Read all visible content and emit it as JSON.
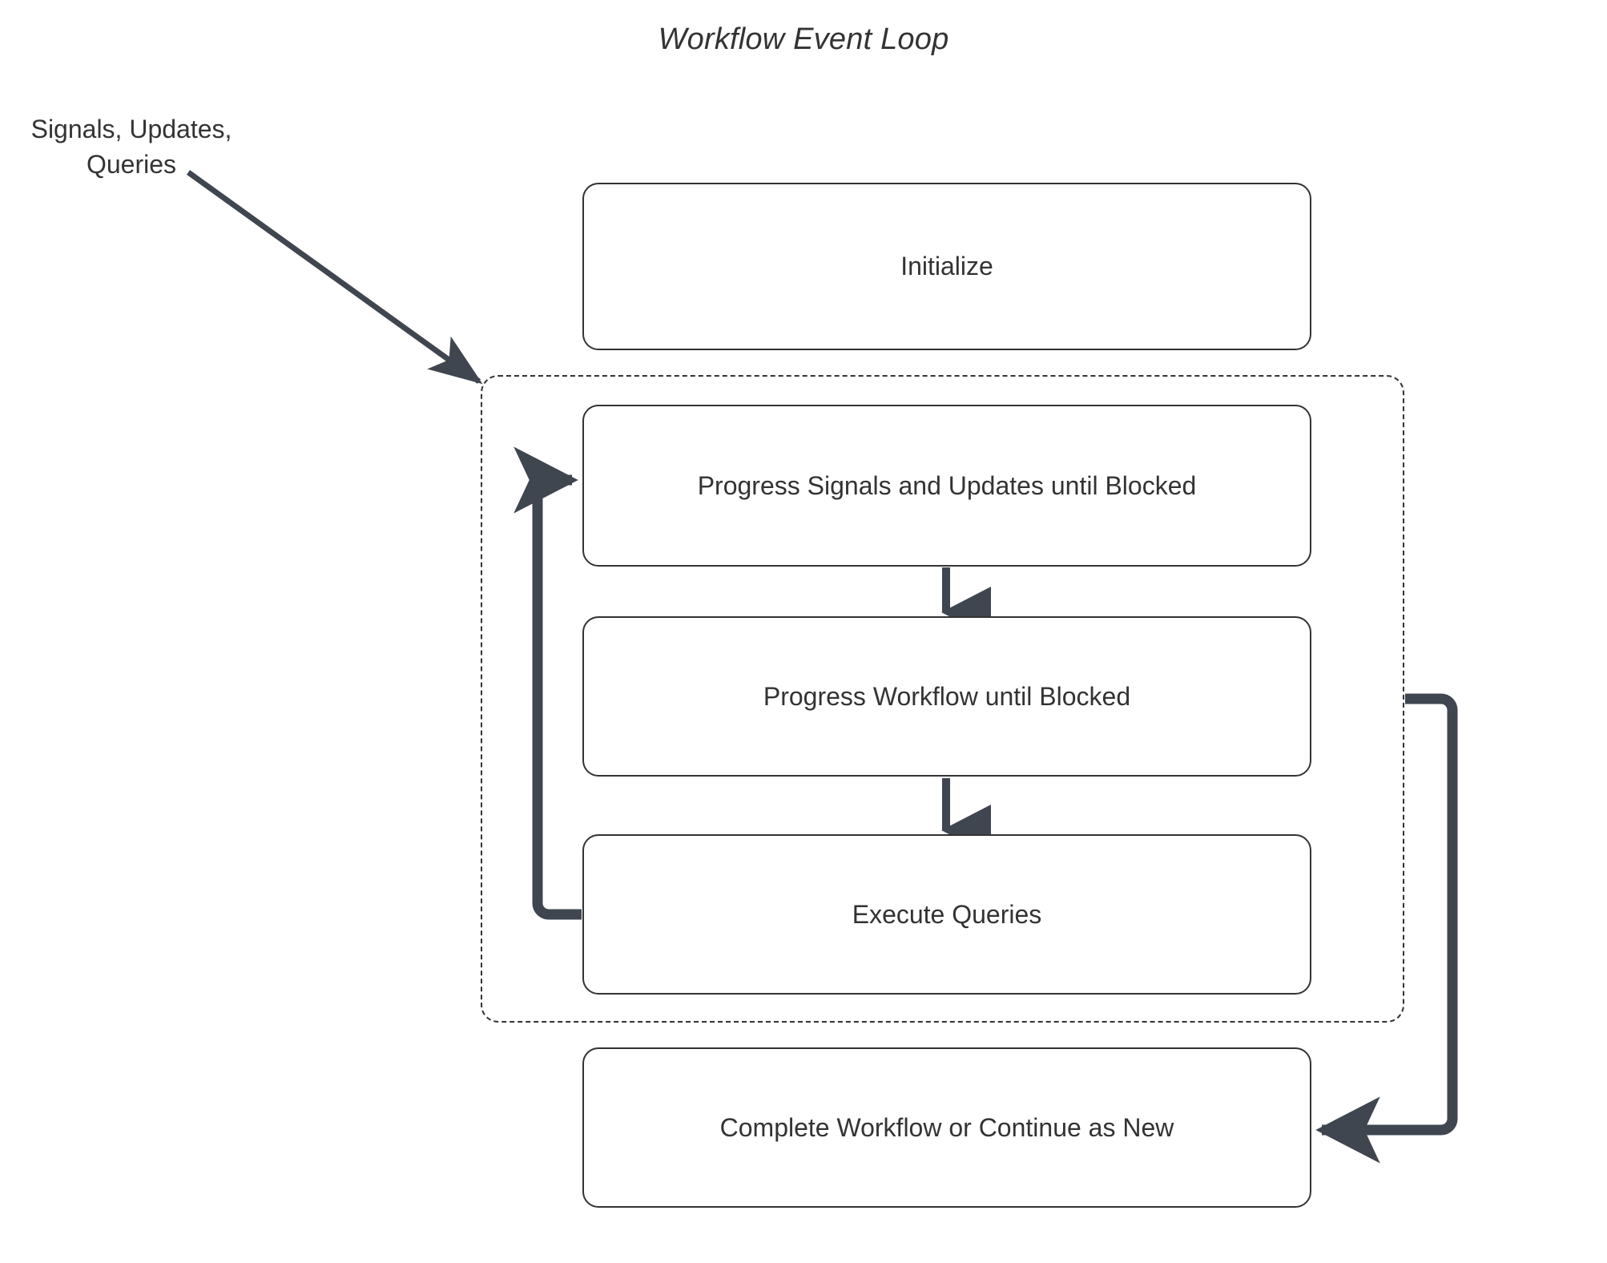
{
  "diagram": {
    "title": "Workflow Event Loop",
    "external_label": "Signals, Updates,\nQueries",
    "colors": {
      "node_border": "#333333",
      "node_fill": "#ffffff",
      "text": "#333333",
      "thick_arrow": "#3f4650",
      "thin_arrow": "#3f4650",
      "group_border": "#333333",
      "background": "#ffffff"
    },
    "nodes": [
      {
        "id": "initialize",
        "label": "Initialize"
      },
      {
        "id": "progress_signals",
        "label": "Progress Signals and Updates until Blocked"
      },
      {
        "id": "progress_workflow",
        "label": "Progress Workflow until Blocked"
      },
      {
        "id": "execute_queries",
        "label": "Execute Queries"
      },
      {
        "id": "complete_workflow",
        "label": "Complete Workflow or Continue as New"
      }
    ],
    "group": {
      "id": "event_loop_group",
      "style": "dashed",
      "label": ""
    },
    "edges": [
      {
        "id": "signals-into-loop",
        "from": "Signals, Updates, Queries",
        "to": "event_loop_group",
        "style": "solid-diagonal"
      },
      {
        "id": "signals-to-workflow",
        "from": "progress_signals",
        "to": "progress_workflow",
        "style": "solid-down"
      },
      {
        "id": "workflow-to-queries",
        "from": "progress_workflow",
        "to": "execute_queries",
        "style": "solid-down"
      },
      {
        "id": "queries-back-to-signals",
        "from": "execute_queries",
        "to": "progress_signals",
        "style": "loop-left"
      },
      {
        "id": "loop-to-complete",
        "from": "event_loop_group",
        "to": "complete_workflow",
        "style": "loop-right"
      }
    ]
  }
}
